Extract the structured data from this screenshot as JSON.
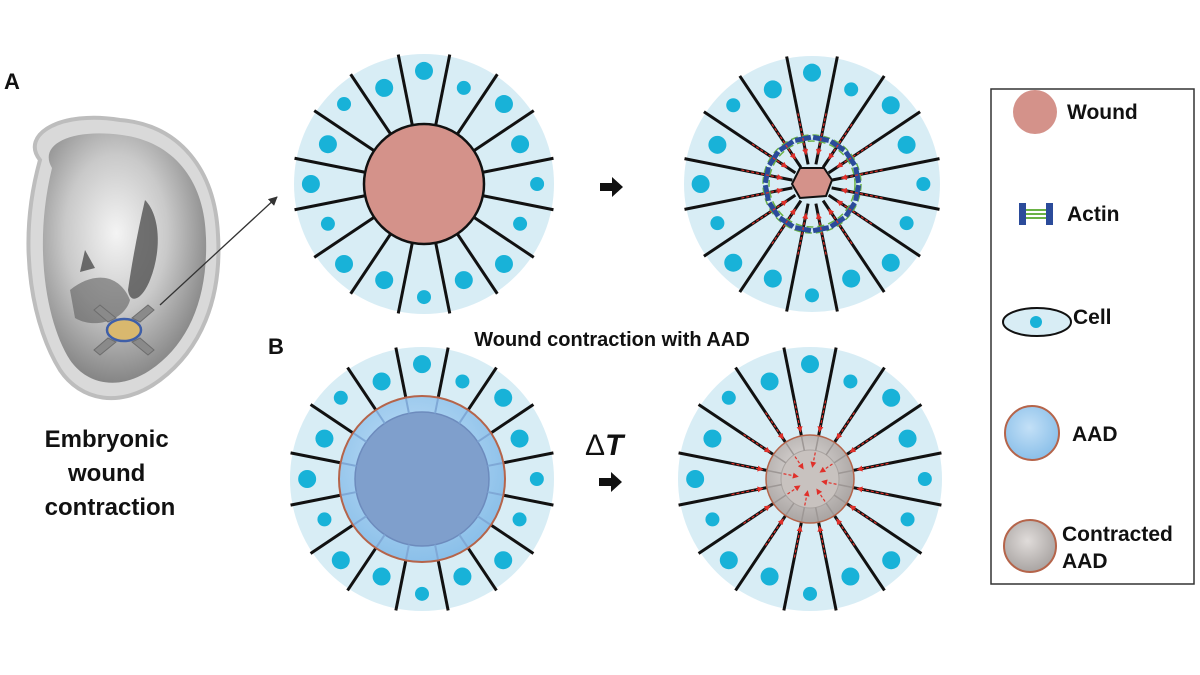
{
  "panels": {
    "a_label": "A",
    "b_label": "B",
    "embryo_caption": [
      "Embryonic",
      "wound",
      "contraction"
    ],
    "b_title": "Wound contraction with AAD",
    "delta_t": "Δ",
    "delta_t_var": "T"
  },
  "legend": {
    "items": [
      {
        "id": "wound",
        "label": "Wound"
      },
      {
        "id": "actin",
        "label": "Actin"
      },
      {
        "id": "cell",
        "label": "Cell"
      },
      {
        "id": "aad",
        "label": "AAD"
      },
      {
        "id": "contracted-aad",
        "label": [
          "Contracted",
          "AAD"
        ]
      }
    ]
  },
  "colors": {
    "tissue": "#d8edf5",
    "nucleus": "#18b2d8",
    "wound": "#d4928a",
    "aad_outer": "#a3cdee",
    "aad_inner": "#7f9fcc",
    "contracted_aad": "#b9b4b2",
    "contracted_aad_inner": "#c8c2bf",
    "actin_green": "#6ab245",
    "actin_blue": "#2b4b9a",
    "arrow_red": "#e0302a",
    "ring": "#b5644a"
  }
}
